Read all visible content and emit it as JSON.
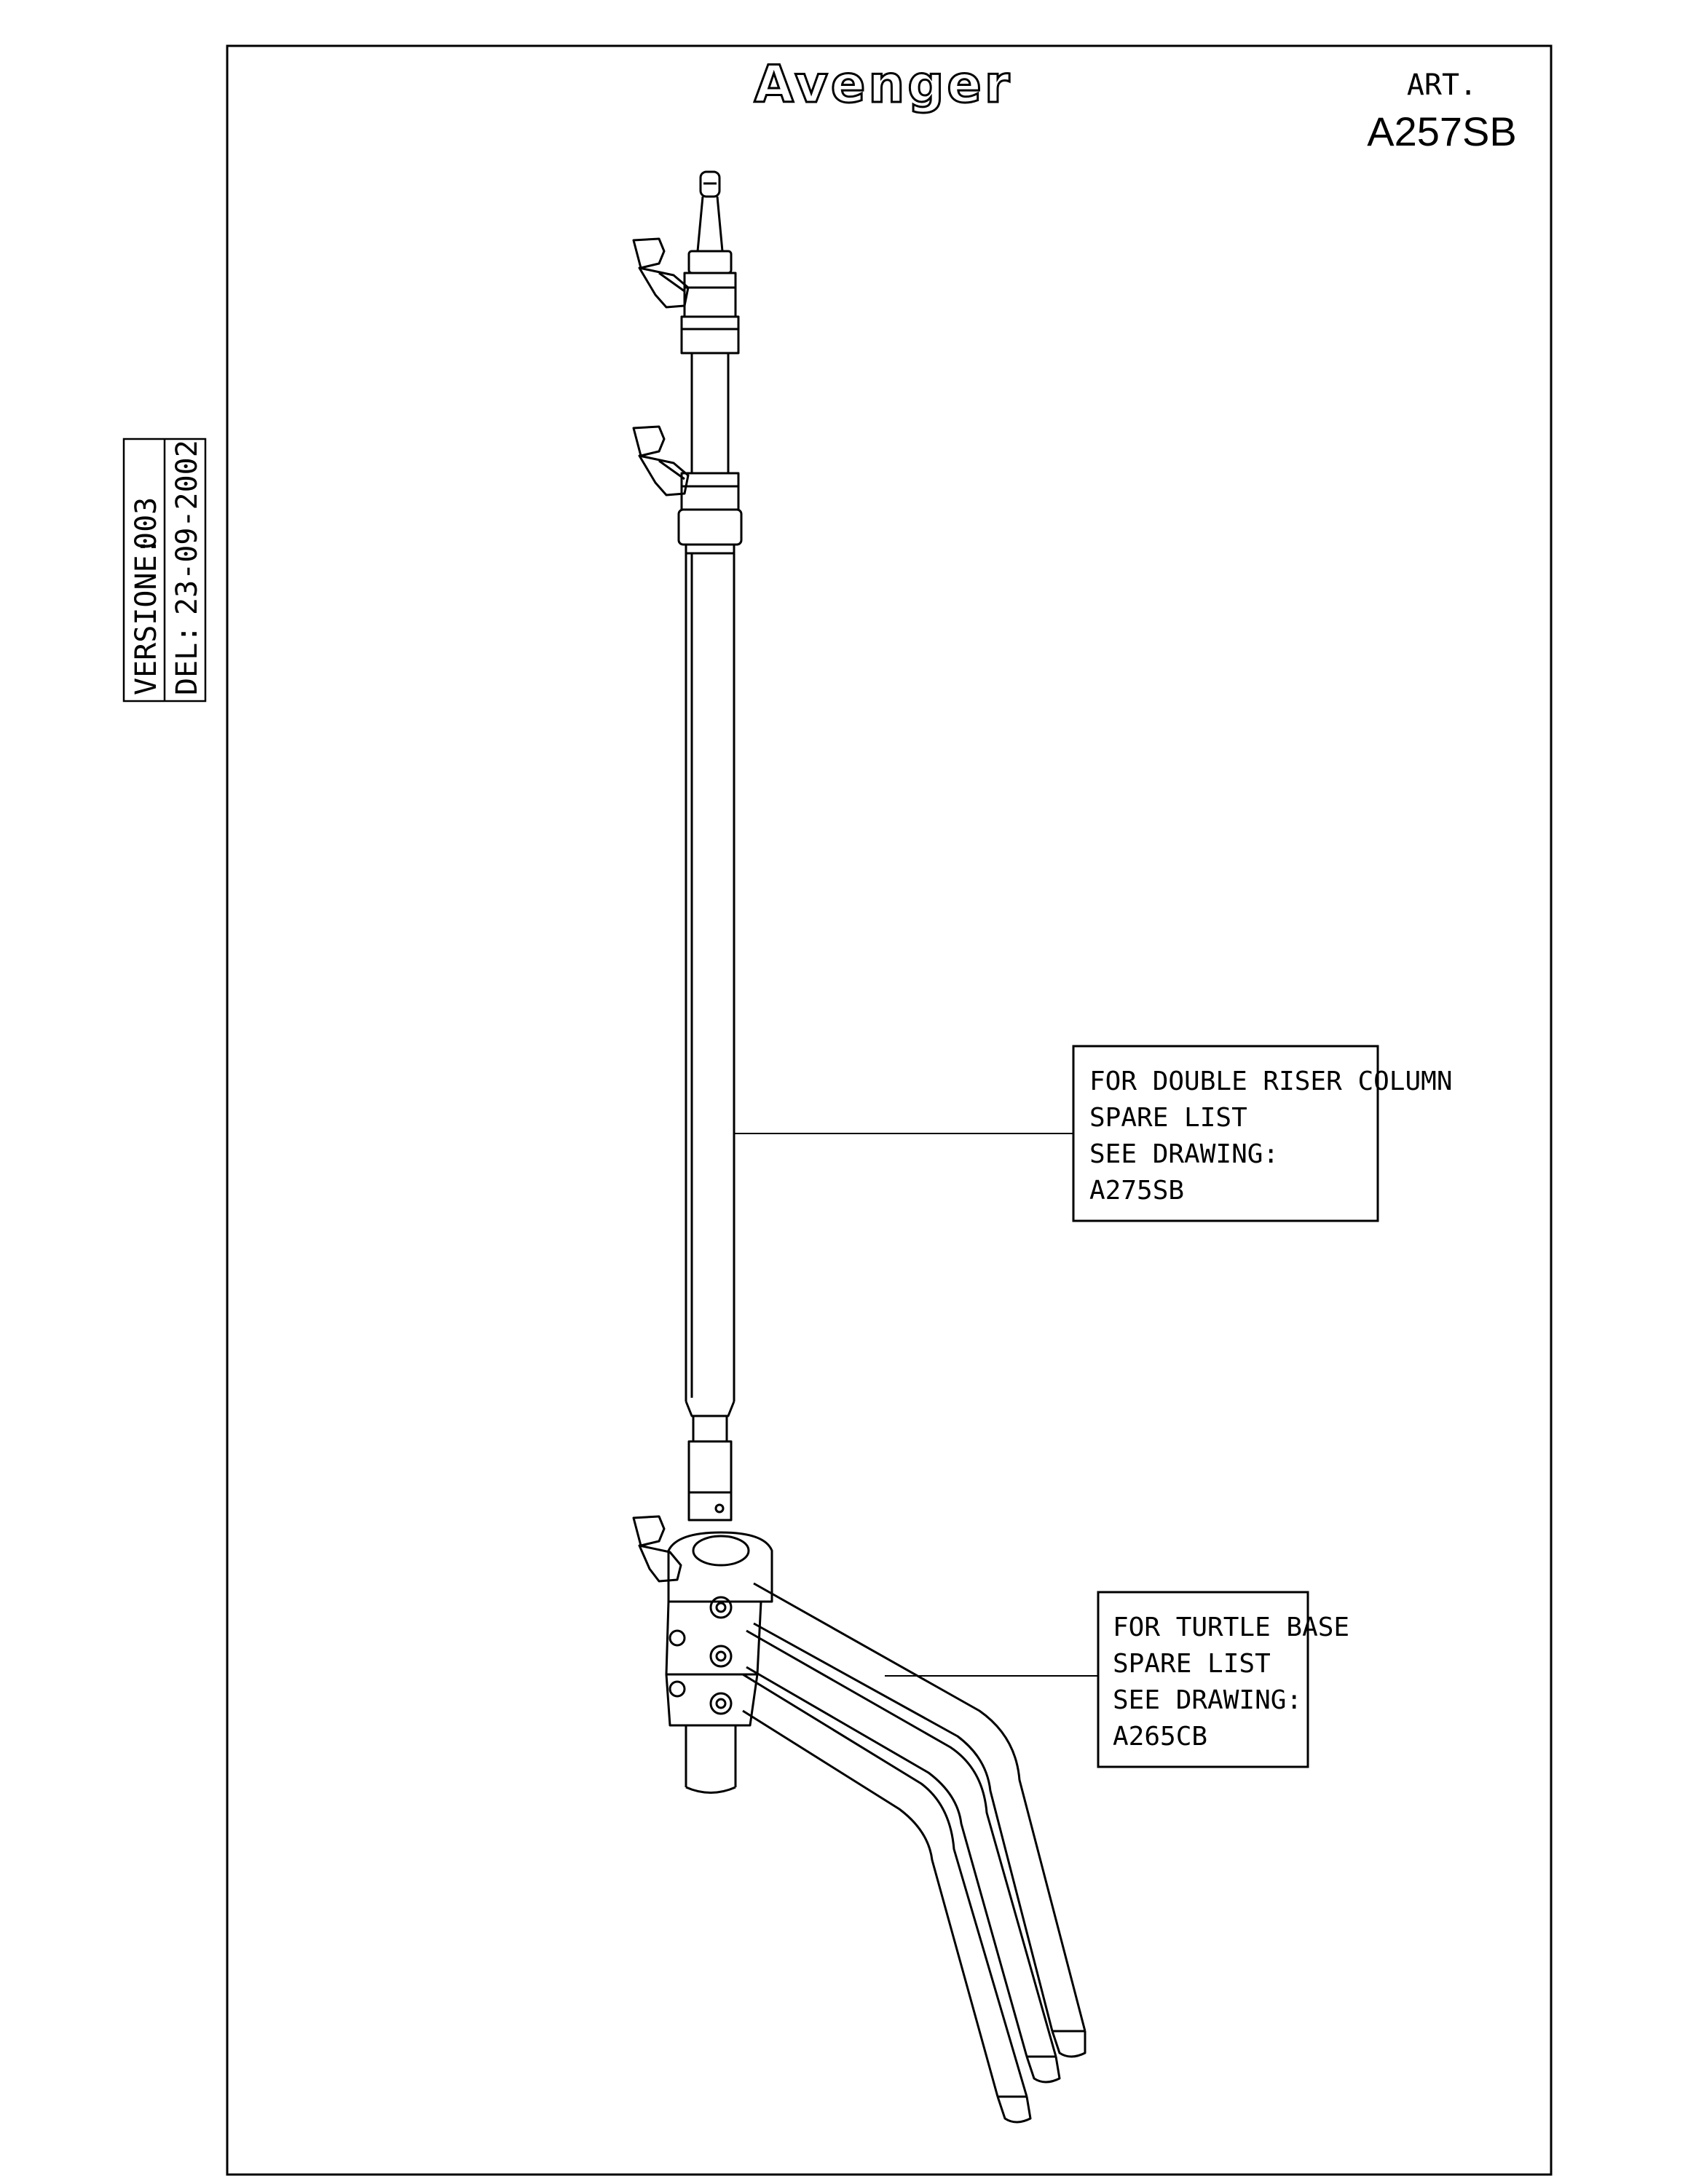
{
  "header": {
    "brand": "Avenger",
    "art_label": "ART.",
    "art_code": "A257SB"
  },
  "version_box": {
    "version_label": "VERSIONE:",
    "version_value": "003",
    "date_label": "DEL:",
    "date_value": "23-09-2002"
  },
  "callouts": [
    {
      "lines": [
        "FOR DOUBLE RISER COLUMN",
        "SPARE LIST",
        "SEE DRAWING:",
        "A275SB"
      ]
    },
    {
      "lines": [
        "FOR TURTLE BASE",
        "SPARE LIST",
        "SEE DRAWING:",
        "A265CB"
      ]
    }
  ]
}
